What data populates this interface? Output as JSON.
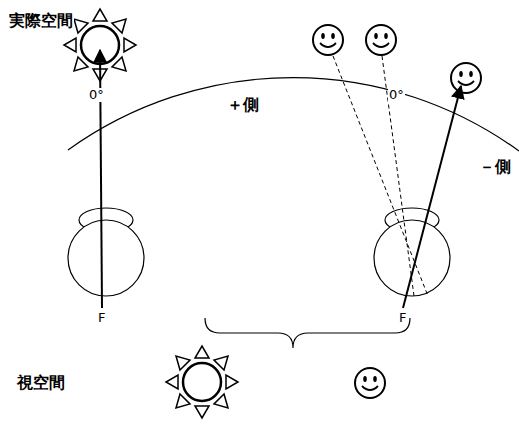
{
  "diagram": {
    "labels": [
      "実際空間",
      "0°",
      "＋側",
      "0°",
      "－側",
      "F",
      "F",
      "視空間"
    ]
  }
}
